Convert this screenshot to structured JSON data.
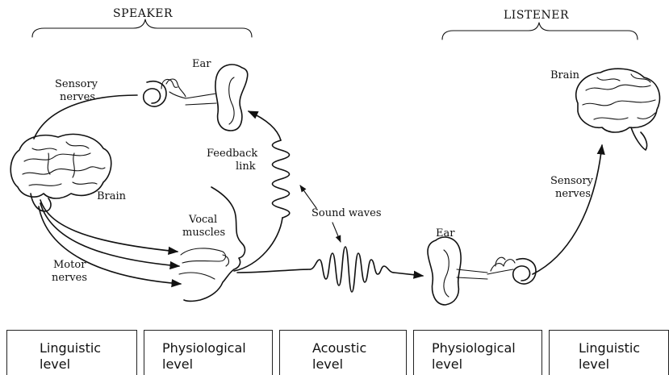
{
  "header": {
    "speaker_title": "SPEAKER",
    "listener_title": "LISTENER"
  },
  "labels": {
    "speaker_ear": "Ear",
    "sensory_nerves_speaker": "Sensory\nnerves",
    "speaker_brain": "Brain",
    "feedback_link": "Feedback\nlink",
    "vocal_muscles": "Vocal\nmuscles",
    "motor_nerves": "Motor\nnerves",
    "sound_waves": "Sound waves",
    "listener_ear": "Ear",
    "listener_brain": "Brain",
    "sensory_nerves_listener": "Sensory\nnerves"
  },
  "levels": [
    {
      "line1": "Linguistic",
      "line2": "level"
    },
    {
      "line1": "Physiological",
      "line2": "level"
    },
    {
      "line1": "Acoustic",
      "line2": "level"
    },
    {
      "line1": "Physiological",
      "line2": "level"
    },
    {
      "line1": "Linguistic",
      "line2": "level"
    }
  ]
}
